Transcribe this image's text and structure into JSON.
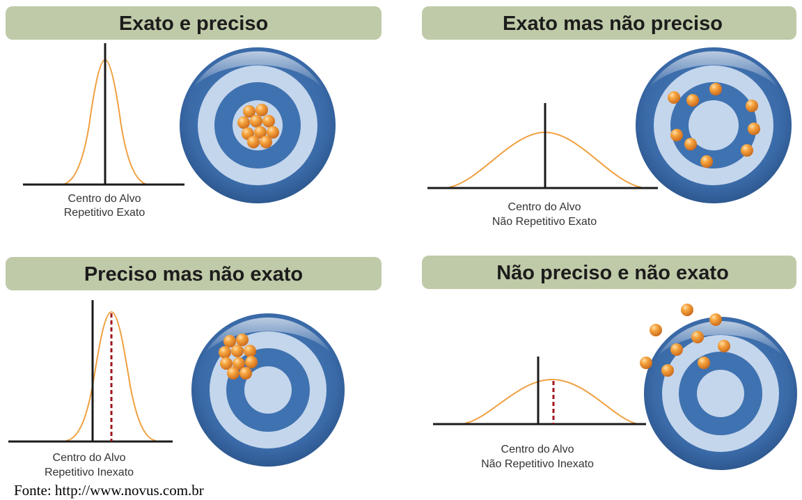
{
  "panels": [
    {
      "id": "exact-precise",
      "title": "Exato e preciso",
      "caption_line1": "Centro do Alvo",
      "caption_line2": "Repetitivo Exato",
      "curve": "narrow",
      "offset": false,
      "hit_pattern": "center-cluster"
    },
    {
      "id": "exact-not-precise",
      "title": "Exato mas não preciso",
      "caption_line1": "Centro do Alvo",
      "caption_line2": "Não Repetitivo Exato",
      "curve": "wide",
      "offset": false,
      "hit_pattern": "ring-spread"
    },
    {
      "id": "precise-not-exact",
      "title": "Preciso mas não exato",
      "caption_line1": "Centro do Alvo",
      "caption_line2": "Repetitivo Inexato",
      "curve": "narrow",
      "offset": true,
      "hit_pattern": "upper-left-cluster"
    },
    {
      "id": "not-precise-not-exact",
      "title": "Não preciso e não exato",
      "caption_line1": "Centro do Alvo",
      "caption_line2": "Não Repetitivo Inexato",
      "curve": "wide",
      "offset": true,
      "hit_pattern": "scattered-off-target"
    }
  ],
  "source": "Fonte: http://www.novus.com.br",
  "colors": {
    "title_band": "#bfcaa8",
    "curve": "#f0a040",
    "axis": "#1a1a1a",
    "offset_line": "#a0141c",
    "target_dark": "#3f72b0",
    "target_light": "#c4d6ec",
    "ball": "#f39a2c"
  }
}
